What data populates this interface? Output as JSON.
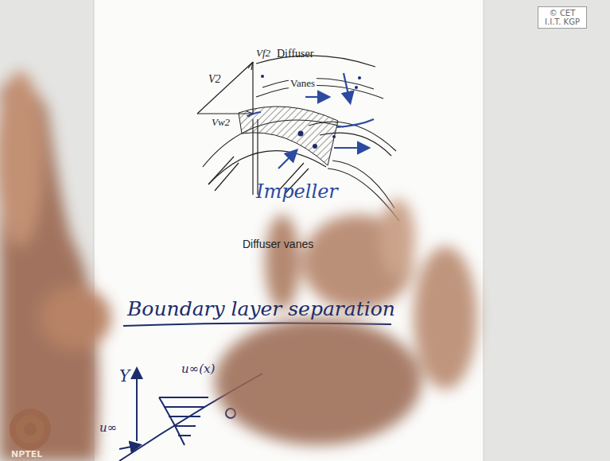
{
  "diagram": {
    "caption": "Diffuser vanes",
    "nodes": [
      {
        "text": [
          "© CET I.I.T. KGP"
        ]
      }
    ],
    "labels": [
      "V2",
      "Vf2",
      "Vw2",
      "Diffuser",
      "Vanes",
      "Impeller",
      "Boundary layer separation",
      "Y",
      "u∞(x)",
      "u∞",
      "NPTEL"
    ]
  }
}
